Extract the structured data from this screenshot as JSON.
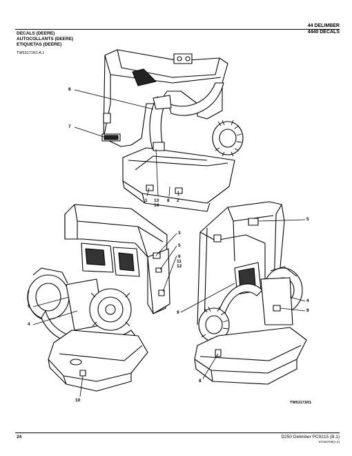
{
  "header": {
    "line1": "44 DELIMBER",
    "line2": "4440 DECALS"
  },
  "section": {
    "title_en": "DECALS (DEERE)",
    "title_fr": "AUTOCOLLANTS (DEERE)",
    "title_es": "ETIQUETAS (DEERE)",
    "figure_id": "TW53171R1 A.1"
  },
  "callouts": {
    "c8a": "8",
    "c7": "7",
    "c1": "1",
    "c13": "13",
    "c14": "14",
    "c8b": "8",
    "c2": "2",
    "c3": "3",
    "c5a": "5",
    "c6": "6",
    "c11": "11",
    "c12": "12",
    "c9a": "9",
    "c4a": "4",
    "c10": "10",
    "c5b": "5",
    "c9b": "9",
    "c4b": "4",
    "c8c": "8",
    "c8d": "8"
  },
  "image_ref": "TW53171R1",
  "footer": {
    "page_number": "24",
    "doc_title": "D250 Delimber   PC9215   (B.1)",
    "ref_code": "ST202726(A.2)"
  }
}
